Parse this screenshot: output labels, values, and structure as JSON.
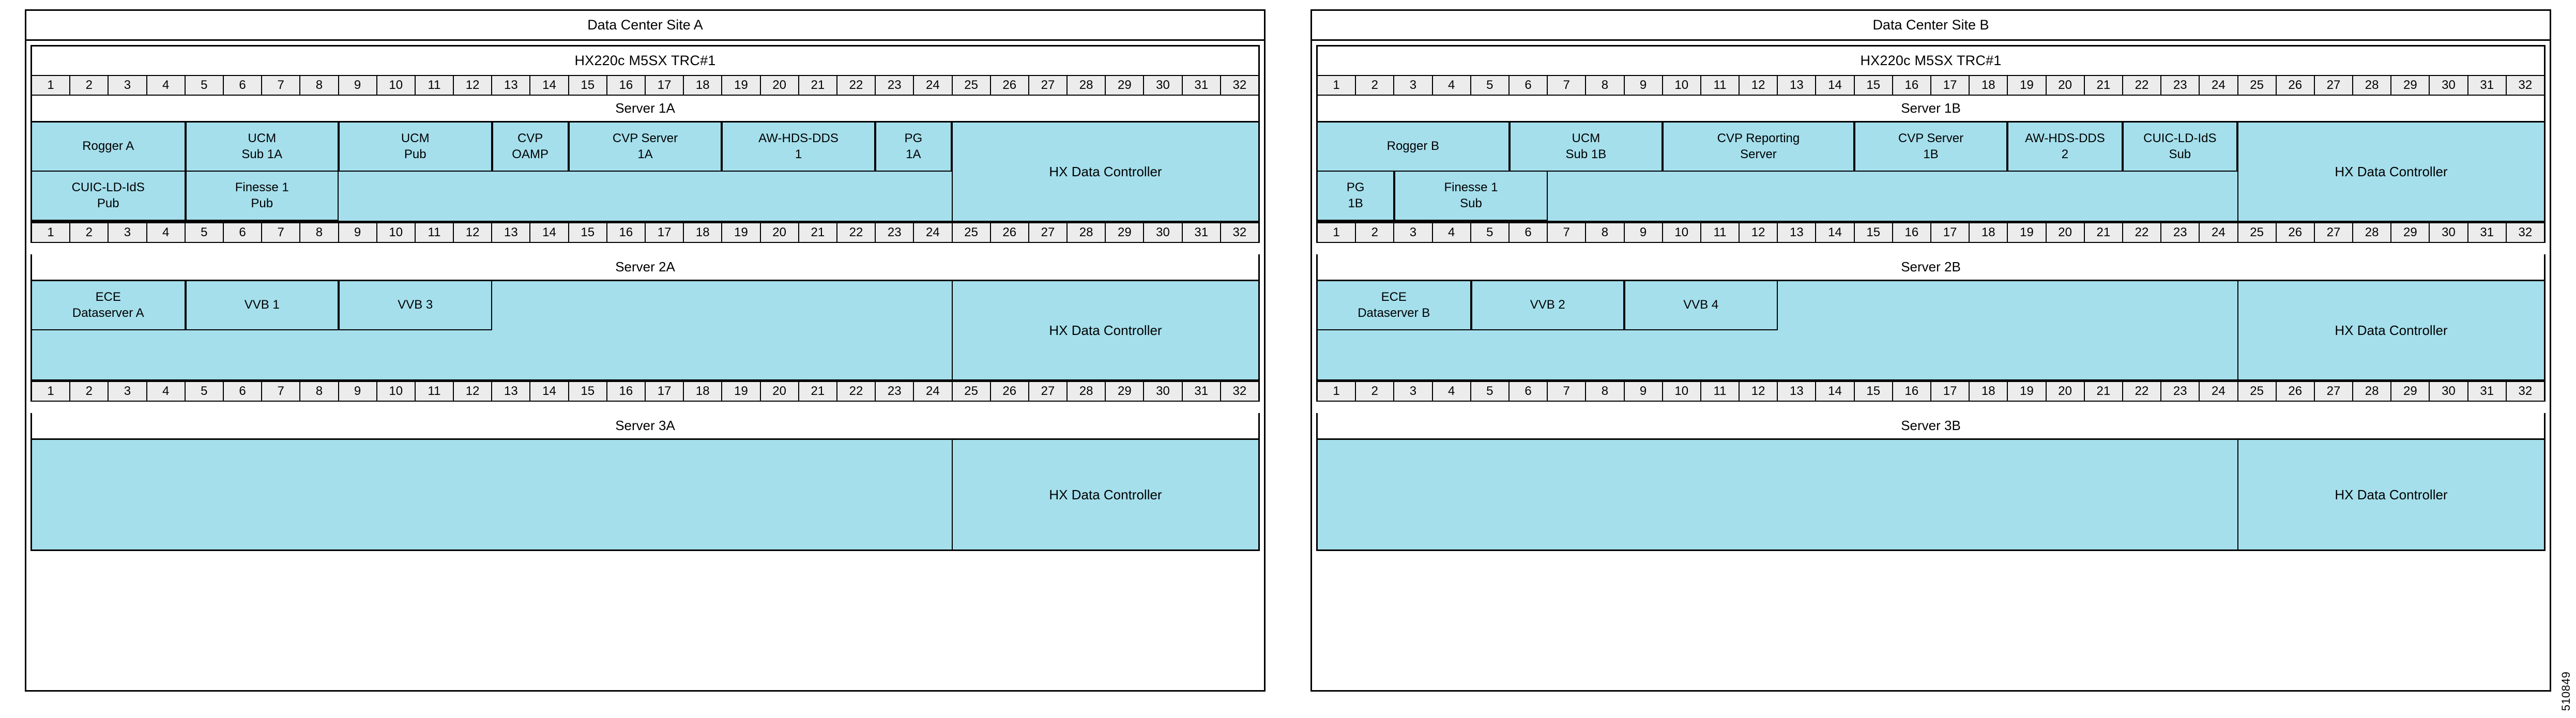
{
  "figure_id": "510849",
  "colors": {
    "vm_fill": "#a5dfec",
    "slot_fill": "#ececec",
    "line": "#000000",
    "background": "#ffffff"
  },
  "slot_numbers": [
    "1",
    "2",
    "3",
    "4",
    "5",
    "6",
    "7",
    "8",
    "9",
    "10",
    "11",
    "12",
    "13",
    "14",
    "15",
    "16",
    "17",
    "18",
    "19",
    "20",
    "21",
    "22",
    "23",
    "24",
    "25",
    "26",
    "27",
    "28",
    "29",
    "30",
    "31",
    "32"
  ],
  "sites": [
    {
      "title": "Data Center Site A",
      "chassis_title": "HX220c M5SX  TRC#1",
      "servers": [
        {
          "name": "Server 1A",
          "hx_label": "HX Data Controller",
          "hx_start_slot": 25,
          "hx_end_slot": 32,
          "rows": [
            [
              {
                "lines": [
                  "Rogger A"
                ],
                "start": 1,
                "end": 4
              },
              {
                "lines": [
                  "UCM",
                  "Sub 1A"
                ],
                "start": 5,
                "end": 8
              },
              {
                "lines": [
                  "UCM",
                  "Pub"
                ],
                "start": 9,
                "end": 12
              },
              {
                "lines": [
                  "CVP",
                  "OAMP"
                ],
                "start": 13,
                "end": 14
              },
              {
                "lines": [
                  "CVP Server",
                  "1A"
                ],
                "start": 15,
                "end": 18
              },
              {
                "lines": [
                  "AW-HDS-DDS",
                  "1"
                ],
                "start": 19,
                "end": 22
              },
              {
                "lines": [
                  "PG",
                  "1A"
                ],
                "start": 23,
                "end": 24
              }
            ],
            [
              {
                "lines": [
                  "CUIC-LD-IdS",
                  "Pub"
                ],
                "start": 1,
                "end": 4
              },
              {
                "lines": [
                  "Finesse 1",
                  "Pub"
                ],
                "start": 5,
                "end": 8
              }
            ]
          ]
        },
        {
          "name": "Server 2A",
          "hx_label": "HX Data Controller",
          "hx_start_slot": 25,
          "hx_end_slot": 32,
          "rows": [
            [
              {
                "lines": [
                  "ECE",
                  "Dataserver A"
                ],
                "start": 1,
                "end": 4
              },
              {
                "lines": [
                  "VVB 1"
                ],
                "start": 5,
                "end": 8
              },
              {
                "lines": [
                  "VVB 3"
                ],
                "start": 9,
                "end": 12
              }
            ]
          ]
        },
        {
          "name": "Server 3A",
          "hx_label": "HX Data Controller",
          "hx_start_slot": 25,
          "hx_end_slot": 32,
          "rows": [
            []
          ]
        }
      ]
    },
    {
      "title": "Data Center Site B",
      "chassis_title": "HX220c M5SX  TRC#1",
      "servers": [
        {
          "name": "Server 1B",
          "hx_label": "HX Data Controller",
          "hx_start_slot": 25,
          "hx_end_slot": 32,
          "rows": [
            [
              {
                "lines": [
                  "Rogger B"
                ],
                "start": 1,
                "end": 5
              },
              {
                "lines": [
                  "UCM",
                  "Sub 1B"
                ],
                "start": 6,
                "end": 9
              },
              {
                "lines": [
                  "CVP Reporting",
                  "Server"
                ],
                "start": 10,
                "end": 14
              },
              {
                "lines": [
                  "CVP Server",
                  "1B"
                ],
                "start": 15,
                "end": 18
              },
              {
                "lines": [
                  "AW-HDS-DDS",
                  "2"
                ],
                "start": 19,
                "end": 21
              },
              {
                "lines": [
                  "CUIC-LD-IdS",
                  "Sub"
                ],
                "start": 22,
                "end": 24
              }
            ],
            [
              {
                "lines": [
                  "PG",
                  "1B"
                ],
                "start": 1,
                "end": 2
              },
              {
                "lines": [
                  "Finesse 1",
                  "Sub"
                ],
                "start": 3,
                "end": 6
              }
            ]
          ]
        },
        {
          "name": "Server 2B",
          "hx_label": "HX Data Controller",
          "hx_start_slot": 25,
          "hx_end_slot": 32,
          "rows": [
            [
              {
                "lines": [
                  "ECE",
                  "Dataserver B"
                ],
                "start": 1,
                "end": 4
              },
              {
                "lines": [
                  "VVB 2"
                ],
                "start": 5,
                "end": 8
              },
              {
                "lines": [
                  "VVB 4"
                ],
                "start": 9,
                "end": 12
              }
            ]
          ]
        },
        {
          "name": "Server 3B",
          "hx_label": "HX Data Controller",
          "hx_start_slot": 25,
          "hx_end_slot": 32,
          "rows": [
            []
          ]
        }
      ]
    }
  ]
}
